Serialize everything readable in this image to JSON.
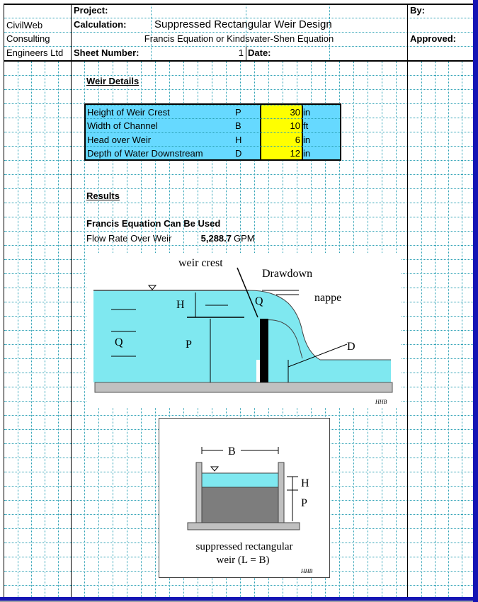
{
  "header": {
    "company": [
      "CivilWeb",
      "Consulting",
      "Engineers Ltd"
    ],
    "project_label": "Project:",
    "calculation_label": "Calculation:",
    "calculation_value": "Suppressed Rectangular Weir Design",
    "subtitle": "Francis Equation or Kindsvater-Shen Equation",
    "sheet_number_label": "Sheet Number:",
    "sheet_number_value": "1",
    "date_label": "Date:",
    "by_label": "By:",
    "approved_label": "Approved:"
  },
  "weir_details": {
    "heading": "Weir Details",
    "rows": [
      {
        "label": "Height of Weir Crest",
        "symbol": "P",
        "value": "30",
        "unit": "in"
      },
      {
        "label": "Width of Channel",
        "symbol": "B",
        "value": "10",
        "unit": "ft"
      },
      {
        "label": "Head over Weir",
        "symbol": "H",
        "value": "6",
        "unit": "in"
      },
      {
        "label": "Depth of Water Downstream",
        "symbol": "D",
        "value": "12",
        "unit": "in"
      }
    ]
  },
  "results": {
    "heading": "Results",
    "status": "Francis Equation Can Be Used",
    "flow_label": "Flow Rate Over Weir",
    "flow_value": "5,288.7",
    "flow_unit": "GPM"
  },
  "diagram1": {
    "weir_crest": "weir crest",
    "drawdown": "Drawdown",
    "nappe": "nappe",
    "H": "H",
    "Q1": "Q",
    "Q2": "Q",
    "P": "P",
    "D": "D",
    "signature": "HHB"
  },
  "diagram2": {
    "B": "B",
    "H": "H",
    "P": "P",
    "caption1": "suppressed rectangular",
    "caption2": "weir (L = B)",
    "signature": "HHB"
  },
  "colors": {
    "input_bg": "#66d9ff",
    "input_value_bg": "#ffff00",
    "water": "#7fe8f0",
    "frame_blue": "#1414b4"
  }
}
